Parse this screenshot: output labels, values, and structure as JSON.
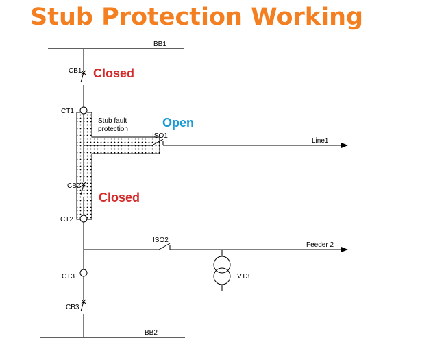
{
  "title": "Stub Protection Working",
  "colors": {
    "title": "#f47f20",
    "closed": "#d42a2a",
    "open": "#1a9ad6"
  },
  "busbars": {
    "bb1": "BB1",
    "bb2": "BB2"
  },
  "breakers": {
    "cb1": "CB1",
    "cb2": "CB2",
    "cb3": "CB3"
  },
  "cts": {
    "ct1": "CT1",
    "ct2": "CT2",
    "ct3": "CT3"
  },
  "isolators": {
    "iso1": "ISO1",
    "iso2": "ISO2"
  },
  "lines": {
    "line1": "Line1",
    "feeder2": "Feeder 2"
  },
  "vt": "VT3",
  "zone": {
    "line_a": "Stub fault",
    "line_b": "protection"
  },
  "states": {
    "cb1": "Closed",
    "iso1": "Open",
    "cb2": "Closed"
  }
}
